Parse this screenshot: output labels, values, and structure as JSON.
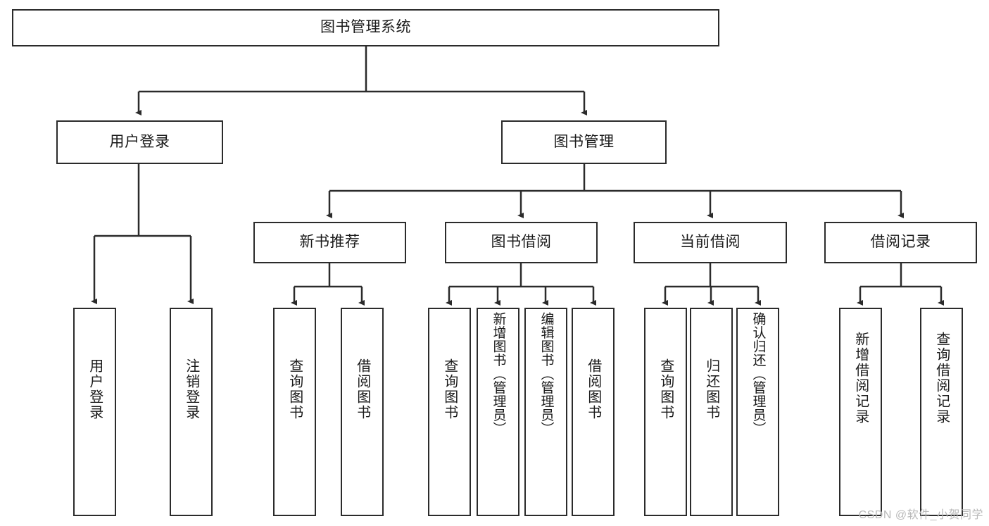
{
  "diagram": {
    "type": "tree",
    "title": "图书管理系统",
    "root": {
      "id": "root",
      "label": "图书管理系统"
    },
    "level1": [
      {
        "id": "user-login",
        "label": "用户登录"
      },
      {
        "id": "book-manage",
        "label": "图书管理"
      }
    ],
    "level2": [
      {
        "id": "new-book-recommend",
        "label": "新书推荐",
        "parent": "book-manage"
      },
      {
        "id": "book-borrow",
        "label": "图书借阅",
        "parent": "book-manage"
      },
      {
        "id": "current-borrow",
        "label": "当前借阅",
        "parent": "book-manage"
      },
      {
        "id": "borrow-record",
        "label": "借阅记录",
        "parent": "book-manage"
      }
    ],
    "leaves": [
      {
        "id": "leaf-user-login",
        "label": "用户登录",
        "parent": "user-login"
      },
      {
        "id": "leaf-user-logout",
        "label": "注销登录",
        "parent": "user-login"
      },
      {
        "id": "leaf-query-book-1",
        "label": "查询图书",
        "parent": "new-book-recommend"
      },
      {
        "id": "leaf-borrow-book-1",
        "label": "借阅图书",
        "parent": "new-book-recommend"
      },
      {
        "id": "leaf-query-book-2",
        "label": "查询图书",
        "parent": "book-borrow"
      },
      {
        "id": "leaf-add-book",
        "label": "新增图书（管理员）",
        "parent": "book-borrow"
      },
      {
        "id": "leaf-edit-book",
        "label": "编辑图书（管理员）",
        "parent": "book-borrow"
      },
      {
        "id": "leaf-borrow-book-2",
        "label": "借阅图书",
        "parent": "book-borrow"
      },
      {
        "id": "leaf-query-book-3",
        "label": "查询图书",
        "parent": "current-borrow"
      },
      {
        "id": "leaf-return-book",
        "label": "归还图书",
        "parent": "current-borrow"
      },
      {
        "id": "leaf-confirm-return",
        "label": "确认归还（管理员）",
        "parent": "current-borrow"
      },
      {
        "id": "leaf-add-record",
        "label": "新增借阅记录",
        "parent": "borrow-record"
      },
      {
        "id": "leaf-query-record",
        "label": "查询借阅记录",
        "parent": "borrow-record"
      }
    ],
    "watermark": "CSDN @软件_小贺同学",
    "colors": {
      "border": "#2b2b2b",
      "background": "#ffffff",
      "text": "#1a1a1a",
      "watermark": "#b9b9b9"
    }
  }
}
